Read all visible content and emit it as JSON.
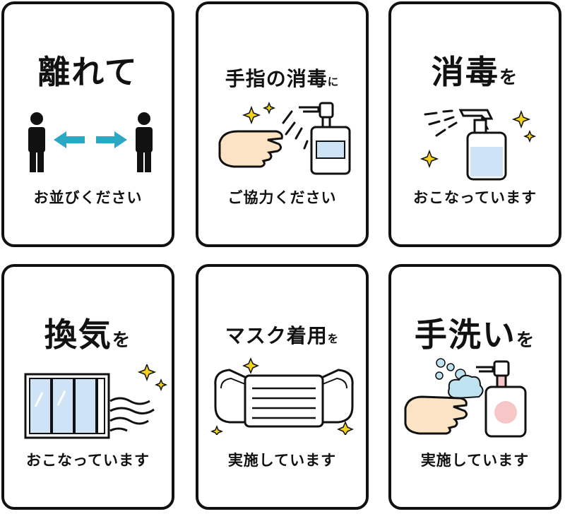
{
  "panels": [
    {
      "title_main": "離れて",
      "title_small": "",
      "caption": "お並びください",
      "icon": "distancing-icon"
    },
    {
      "title_main": "手指の消毒",
      "title_small": "に",
      "caption": "ご協力ください",
      "icon": "hand-sanitizer-icon"
    },
    {
      "title_main": "消毒",
      "title_small": "を",
      "caption": "おこなっています",
      "icon": "spray-bottle-icon"
    },
    {
      "title_main": "換気",
      "title_small": "を",
      "caption": "おこなっています",
      "icon": "ventilation-window-icon"
    },
    {
      "title_main": "マスク着用",
      "title_small": "を",
      "caption": "実施しています",
      "icon": "face-mask-icon"
    },
    {
      "title_main": "手洗い",
      "title_small": "を",
      "caption": "実施しています",
      "icon": "hand-washing-icon"
    }
  ],
  "colors": {
    "border": "#111111",
    "arrow": "#2aa8c4",
    "liquid": "#cfe3f7",
    "sparkle": "#f2d21a",
    "skin": "#fbe3c4",
    "soap_bubble": "#bfe3f1",
    "pink_label": "#f7c7c7"
  }
}
